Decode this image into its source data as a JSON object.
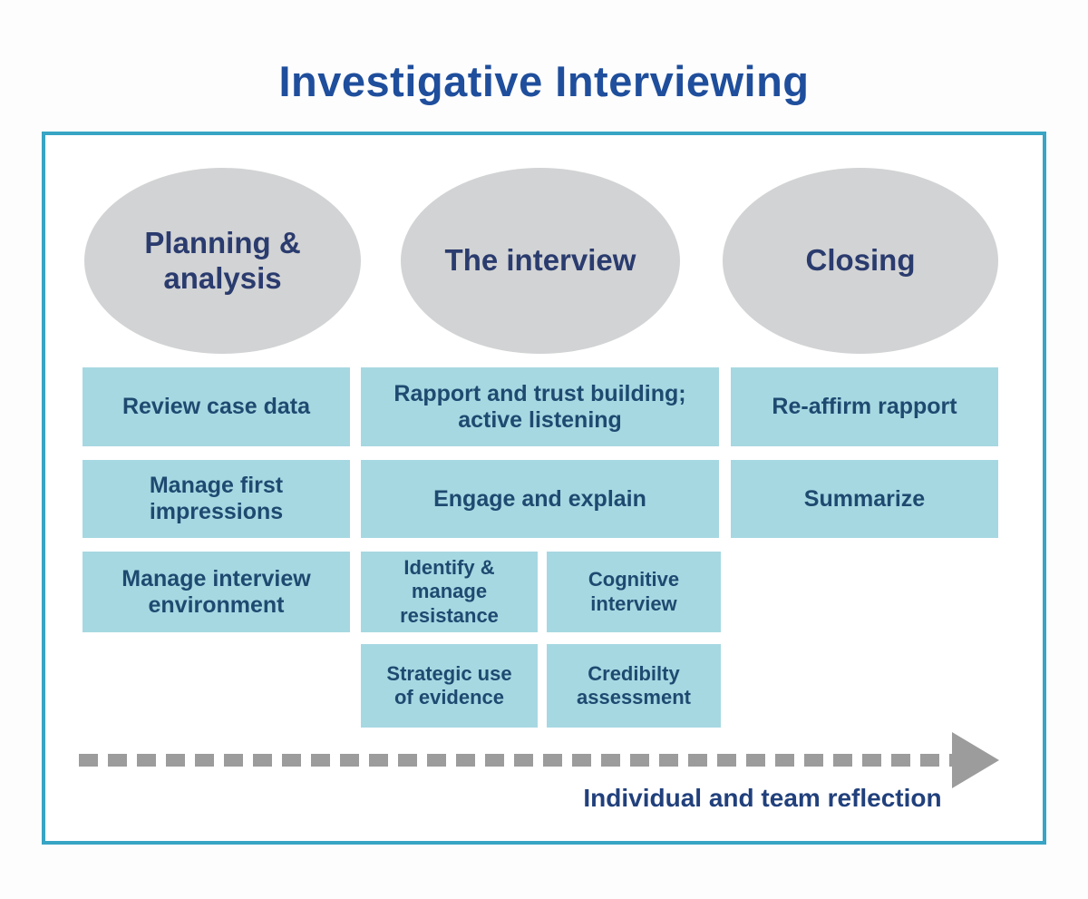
{
  "title": "Investigative Interviewing",
  "colors": {
    "title_text": "#1f4e9c",
    "frame_border": "#38a5c4",
    "ellipse_fill": "#d2d3d4",
    "ellipse_text": "#2a3b6e",
    "box_fill": "#a6d8e2",
    "box_text": "#1e4a70",
    "arrow": "#9c9c9c",
    "footer_text": "#21407c",
    "page_bg": "#fdfdfd"
  },
  "columns": [
    {
      "label": "Planning &\nanalysis",
      "boxes": [
        "Review case data",
        "Manage first\nimpressions",
        "Manage interview\nenvironment"
      ]
    },
    {
      "label": "The interview",
      "boxes": [
        "Rapport and trust building;\nactive listening",
        "Engage and explain"
      ],
      "sub_boxes": [
        "Identify &\nmanage\nresistance",
        "Cognitive\ninterview",
        "Strategic use\nof evidence",
        "Credibilty\nassessment"
      ]
    },
    {
      "label": "Closing",
      "boxes": [
        "Re-affirm rapport",
        "Summarize"
      ]
    }
  ],
  "footer": {
    "arrow_label": "Individual and team reflection"
  }
}
